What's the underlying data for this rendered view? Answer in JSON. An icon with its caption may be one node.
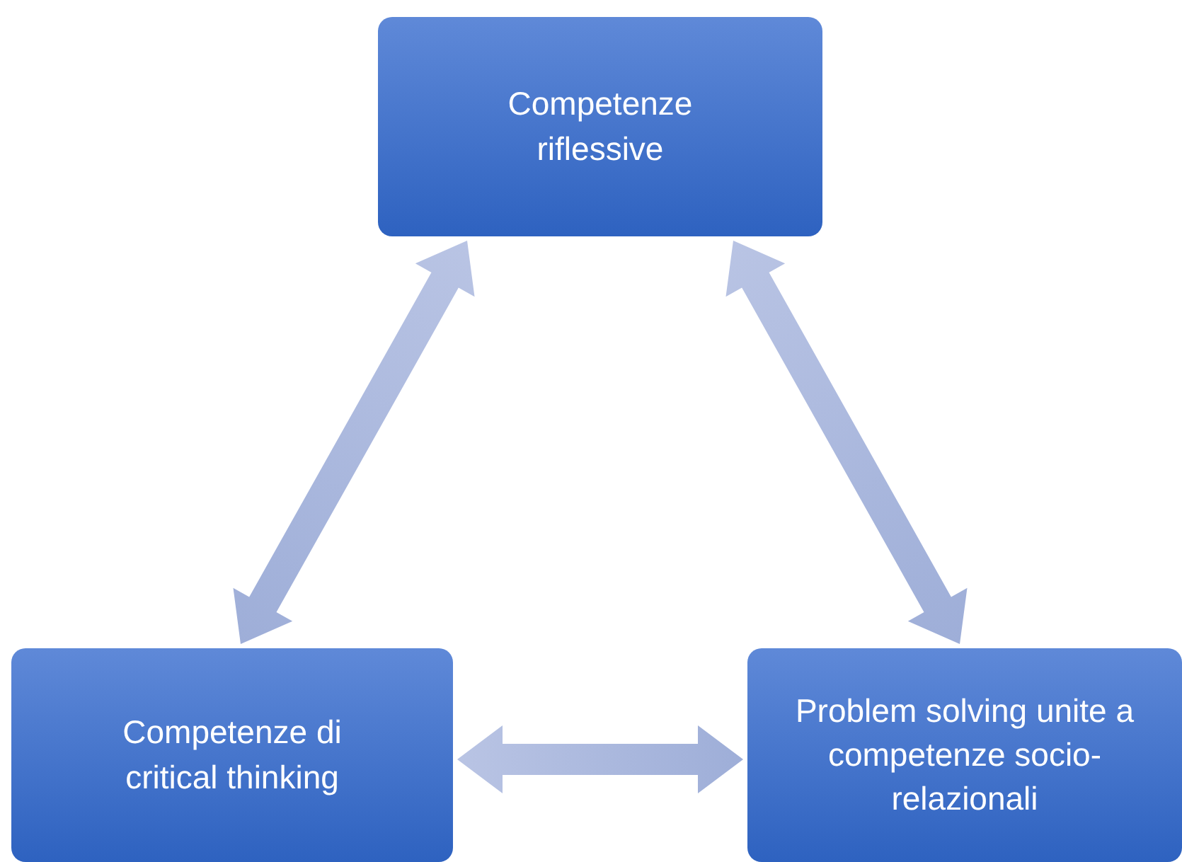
{
  "diagram": {
    "nodes": [
      {
        "text": [
          "Competenze riflessive"
        ]
      },
      {
        "text": [
          "Competenze di critical thinking"
        ]
      },
      {
        "text": [
          "Problem solving unite a competenze socio-relazionali"
        ]
      }
    ],
    "edges": [
      {
        "from": 0,
        "to": 1,
        "arrow": "both"
      },
      {
        "from": 0,
        "to": 2,
        "arrow": "both"
      },
      {
        "from": 1,
        "to": 2,
        "arrow": "both"
      }
    ]
  }
}
